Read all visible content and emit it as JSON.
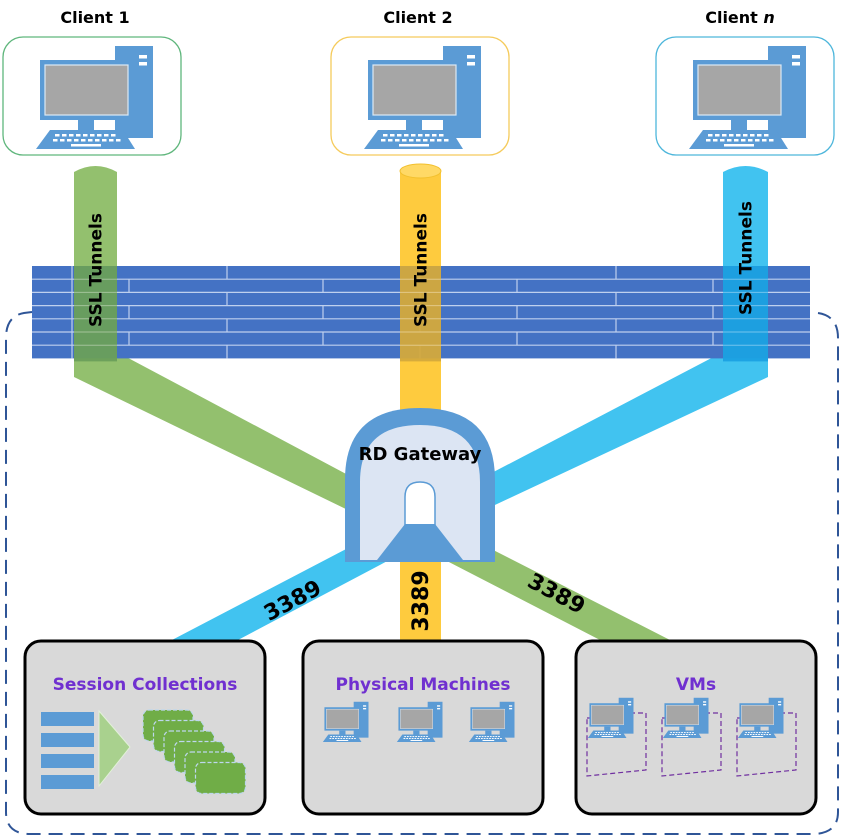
{
  "colors": {
    "green": "#93C06E",
    "yellow": "#FECB3E",
    "cyan": "#41C3F0",
    "wall": "#4472C4",
    "wall_joint": "#BFD0EE",
    "gateway_outer": "#5B9BD5",
    "gateway_inner": "#DCE5F3",
    "panel_fill": "#D9D9D9",
    "panel_title": "#7030D0",
    "perimeter": "#2F5597",
    "computer_blue": "#5B9BD5",
    "screen_gray": "#A6A6A6",
    "session_green": "#70AD47"
  },
  "clients": [
    {
      "id": "client-1",
      "label": "Client 1",
      "label_suffix": "",
      "border": "#5FB67C",
      "tunnel_color": "green"
    },
    {
      "id": "client-2",
      "label": "Client 2",
      "label_suffix": "",
      "border": "#F5CB5C",
      "tunnel_color": "yellow"
    },
    {
      "id": "client-n",
      "label": "Client ",
      "label_suffix": "n",
      "border": "#4DB6DB",
      "tunnel_color": "cyan"
    }
  ],
  "tunnel_label": "SSL Tunnels",
  "gateway": {
    "label": "RD Gateway"
  },
  "port_labels": {
    "to_session_collections": "3389",
    "to_physical_machines": "3389",
    "to_vms": "3389"
  },
  "panels": [
    {
      "id": "session-collections",
      "title": "Session Collections",
      "kind": "sessions"
    },
    {
      "id": "physical-machines",
      "title": "Physical Machines",
      "kind": "physical",
      "count": 3
    },
    {
      "id": "vms",
      "title": "VMs",
      "kind": "virtual",
      "count": 3
    }
  ]
}
